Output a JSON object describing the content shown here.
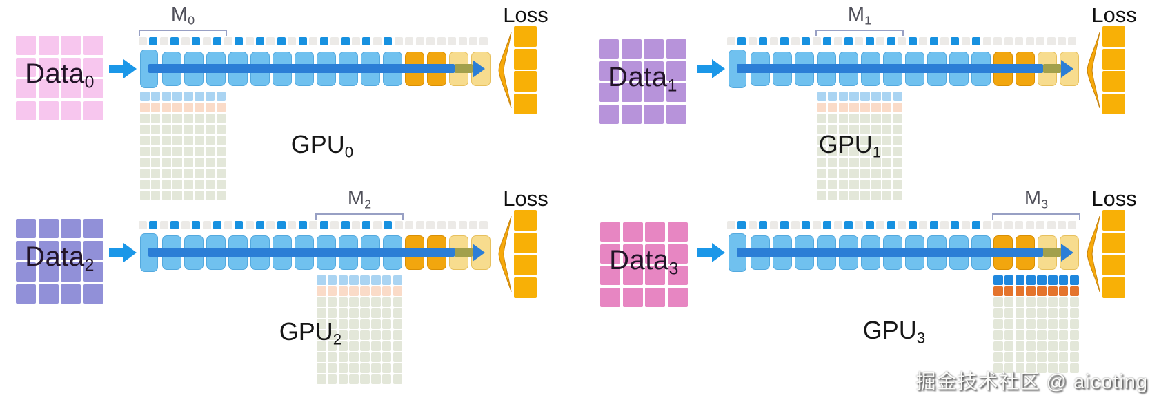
{
  "watermark": {
    "text": "掘金技术社区 @ aicoting"
  },
  "loss": {
    "label": "Loss",
    "cells": 4
  },
  "pipeline": {
    "num_blocks": 16,
    "num_blue_blocks": 12,
    "num_orange_blocks": 2,
    "num_yellow_blocks": 2,
    "token_count": 33,
    "blue_tokens": 12
  },
  "memory_grid": {
    "columns": 8
  },
  "colors": {
    "block_blue": "#70c1ef",
    "block_blue_border": "#54a9de",
    "block_orange": "#f2a60e",
    "block_orange_border": "#d98f04",
    "block_yellow": "#f7dc8e",
    "block_yellow_border": "#e7c05e",
    "flow_arrow_blue": "#2b7ed6",
    "flow_arrow_olive": "#a2a04c",
    "token_blue": "#1791e0",
    "token_gray": "#eceae7",
    "loss_orange": "#f8b006",
    "chevron_orange": "#f7a90a",
    "chevron_edge": "#c8830a",
    "input_arrow": "#1b97e8",
    "mem_green": "#e3e7d9",
    "bracket": "#98a0c4"
  },
  "quadrants": [
    {
      "data_label": "Data",
      "data_sub": "0",
      "gpu_label": "GPU",
      "gpu_sub": "0",
      "m_label": "M",
      "m_sub": "0",
      "shard_group": 0,
      "data_color": "#f7c6ee",
      "mem_row1": "#aad4f2",
      "mem_row2": "#fadbc8",
      "green_rows": 8
    },
    {
      "data_label": "Data",
      "data_sub": "1",
      "gpu_label": "GPU",
      "gpu_sub": "1",
      "m_label": "M",
      "m_sub": "1",
      "shard_group": 1,
      "data_color": "#b793da",
      "mem_row1": "#aad4f2",
      "mem_row2": "#fadbc8",
      "green_rows": 8
    },
    {
      "data_label": "Data",
      "data_sub": "2",
      "gpu_label": "GPU",
      "gpu_sub": "2",
      "m_label": "M",
      "m_sub": "2",
      "shard_group": 2,
      "data_color": "#9190d8",
      "mem_row1": "#aad4f2",
      "mem_row2": "#fadbc8",
      "green_rows": 8
    },
    {
      "data_label": "Data",
      "data_sub": "3",
      "gpu_label": "GPU",
      "gpu_sub": "3",
      "m_label": "M",
      "m_sub": "3",
      "shard_group": 3,
      "data_color": "#e786c2",
      "mem_row1": "#1f87dd",
      "mem_row2": "#e4742c",
      "green_rows": 7
    }
  ]
}
